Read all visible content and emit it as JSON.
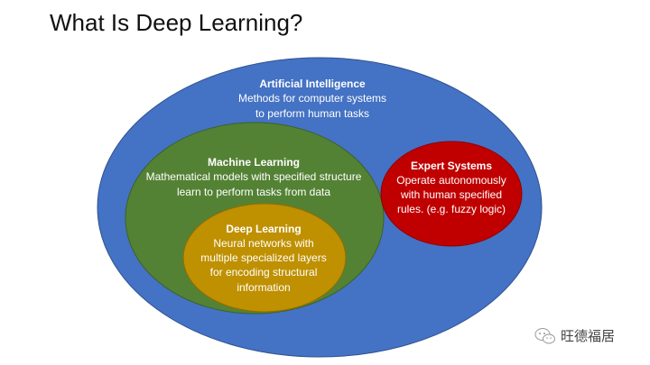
{
  "title": "What Is Deep Learning?",
  "colors": {
    "ai": "#4472C4",
    "ml": "#548235",
    "dl": "#BF9000",
    "es": "#C00000"
  },
  "ai": {
    "title": "Artificial Intelligence",
    "lines": [
      "Methods for computer systems",
      "to perform human tasks"
    ]
  },
  "ml": {
    "title": "Machine Learning",
    "lines": [
      "Mathematical models with specified structure",
      "learn to perform tasks from data"
    ]
  },
  "dl": {
    "title": "Deep Learning",
    "lines": [
      "Neural networks with",
      "multiple specialized layers",
      "for encoding structural",
      "information"
    ]
  },
  "es": {
    "title": "Expert Systems",
    "lines": [
      "Operate autonomously",
      "with human specified",
      "rules. (e.g. fuzzy logic)"
    ]
  },
  "watermark": {
    "icon": "wechat-icon",
    "text": "旺德福居"
  }
}
